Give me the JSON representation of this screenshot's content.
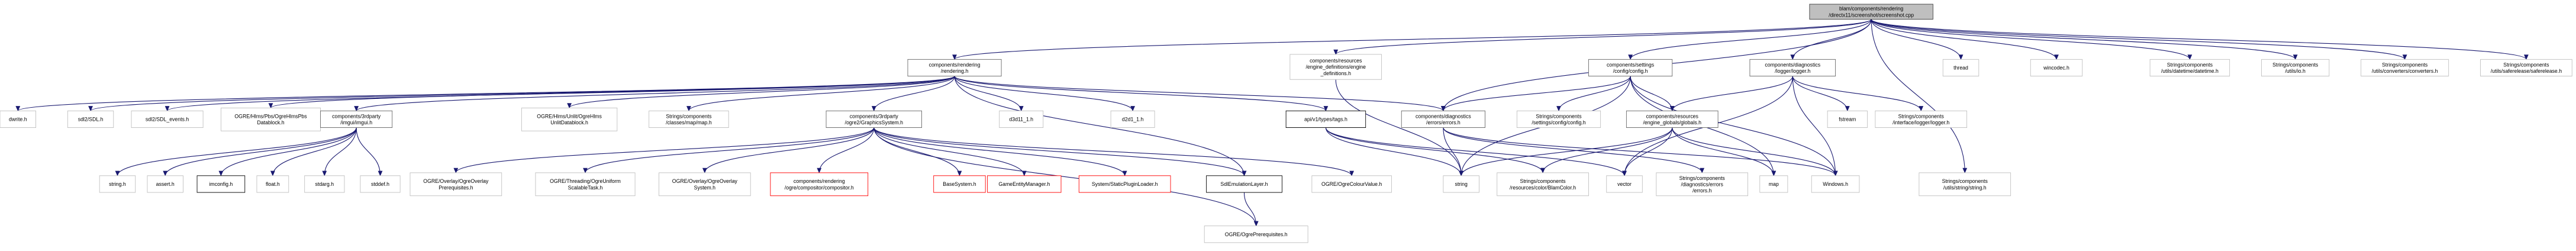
{
  "diagram": {
    "kind": "include dependency graph",
    "nodes": [
      {
        "id": "root",
        "lines": [
          "blam/components/rendering",
          "/directx11/screenshot/screenshot.cpp"
        ],
        "style": "root"
      },
      {
        "id": "rendering",
        "lines": [
          "components/rendering",
          "/rendering.h"
        ],
        "style": "docked"
      },
      {
        "id": "resdefs",
        "lines": [
          "components/resources",
          "/engine_definitions/engine",
          "_definitions.h"
        ],
        "style": "plain"
      },
      {
        "id": "config",
        "lines": [
          "components/settings",
          "/config/config.h"
        ],
        "style": "docked"
      },
      {
        "id": "logger",
        "lines": [
          "components/diagnostics",
          "/logger/logger.h"
        ],
        "style": "docked"
      },
      {
        "id": "thread",
        "lines": [
          "thread"
        ],
        "style": "plain"
      },
      {
        "id": "wincodec",
        "lines": [
          "wincodec.h"
        ],
        "style": "plain"
      },
      {
        "id": "datetime",
        "lines": [
          "Strings/components",
          "/utils/datetime/datetime.h"
        ],
        "style": "plain"
      },
      {
        "id": "utilsio",
        "lines": [
          "Strings/components",
          "/utils/io.h"
        ],
        "style": "plain"
      },
      {
        "id": "converters",
        "lines": [
          "Strings/components",
          "/utils/converters/converters.h"
        ],
        "style": "plain"
      },
      {
        "id": "saferelease",
        "lines": [
          "Strings/components",
          "/utils/saferelease/saferelease.h"
        ],
        "style": "plain"
      },
      {
        "id": "dwrite",
        "lines": [
          "dwrite.h"
        ],
        "style": "plain"
      },
      {
        "id": "sdl",
        "lines": [
          "sdl2/SDL.h"
        ],
        "style": "plain"
      },
      {
        "id": "sdlevents",
        "lines": [
          "sdl2/SDL_events.h"
        ],
        "style": "plain"
      },
      {
        "id": "hlmsdatablock",
        "lines": [
          "OGRE/Hlms/Pbs/OgreHlmsPbs",
          "Datablock.h"
        ],
        "style": "plain"
      },
      {
        "id": "imgui",
        "lines": [
          "components/3rdparty",
          "/imgui/imgui.h"
        ],
        "style": "docked"
      },
      {
        "id": "hlmsunlit",
        "lines": [
          "OGRE/Hlms/Unlit/OgreHlms",
          "UnlitDatablock.h"
        ],
        "style": "plain"
      },
      {
        "id": "mapsh",
        "lines": [
          "Strings/components",
          "/classes/map/map.h"
        ],
        "style": "plain"
      },
      {
        "id": "graphics",
        "lines": [
          "components/3rdparty",
          "/ogre2/GraphicsSystem.h"
        ],
        "style": "docked"
      },
      {
        "id": "d3d11",
        "lines": [
          "d3d11_1.h"
        ],
        "style": "plain"
      },
      {
        "id": "d2d1",
        "lines": [
          "d2d1_1.h"
        ],
        "style": "plain"
      },
      {
        "id": "apiv1",
        "lines": [
          "api/v1/types/tags.h"
        ],
        "style": "black"
      },
      {
        "id": "errors",
        "lines": [
          "components/diagnostics",
          "/errors/errors.h"
        ],
        "style": "docked"
      },
      {
        "id": "configconfig",
        "lines": [
          "Strings/components",
          "/settings/config/config.h"
        ],
        "style": "plain"
      },
      {
        "id": "globals",
        "lines": [
          "components/resources",
          "/engine_globals/globals.h"
        ],
        "style": "docked"
      },
      {
        "id": "fstream",
        "lines": [
          "fstream"
        ],
        "style": "plain"
      },
      {
        "id": "ilogger",
        "lines": [
          "Strings/components",
          "/interface/logger/logger.h"
        ],
        "style": "plain"
      },
      {
        "id": "stringh",
        "lines": [
          "string.h"
        ],
        "style": "plain"
      },
      {
        "id": "asserth",
        "lines": [
          "assert.h"
        ],
        "style": "plain"
      },
      {
        "id": "imconfig",
        "lines": [
          "imconfig.h"
        ],
        "style": "black"
      },
      {
        "id": "floath",
        "lines": [
          "float.h"
        ],
        "style": "plain"
      },
      {
        "id": "stdarg",
        "lines": [
          "stdarg.h"
        ],
        "style": "plain"
      },
      {
        "id": "stddef",
        "lines": [
          "stddef.h"
        ],
        "style": "plain"
      },
      {
        "id": "overlayprereq",
        "lines": [
          "OGRE/Overlay/OgreOverlay",
          "Prerequisites.h"
        ],
        "style": "plain"
      },
      {
        "id": "threading",
        "lines": [
          "OGRE/Threading/OgreUniform",
          "ScalableTask.h"
        ],
        "style": "plain"
      },
      {
        "id": "overlaysys",
        "lines": [
          "OGRE/Overlay/OgreOverlay",
          "System.h"
        ],
        "style": "plain"
      },
      {
        "id": "compositor",
        "lines": [
          "components/rendering",
          "/ogre/compositor/compositor.h"
        ],
        "style": "missing"
      },
      {
        "id": "basesystem",
        "lines": [
          "BaseSystem.h"
        ],
        "style": "missing"
      },
      {
        "id": "gameentity",
        "lines": [
          "GameEntityManager.h"
        ],
        "style": "missing"
      },
      {
        "id": "staticplugin",
        "lines": [
          "System/StaticPluginLoader.h"
        ],
        "style": "missing"
      },
      {
        "id": "sdlemu",
        "lines": [
          "SdlEmulationLayer.h"
        ],
        "style": "black"
      },
      {
        "id": "colourvalue",
        "lines": [
          "OGRE/OgreColourValue.h"
        ],
        "style": "plain"
      },
      {
        "id": "string",
        "lines": [
          "string"
        ],
        "style": "plain"
      },
      {
        "id": "blamcolor",
        "lines": [
          "Strings/components",
          "/resources/color/BlamColor.h"
        ],
        "style": "plain"
      },
      {
        "id": "vector",
        "lines": [
          "vector"
        ],
        "style": "plain"
      },
      {
        "id": "diagerrors",
        "lines": [
          "Strings/components",
          "/diagnostics/errors",
          "/errors.h"
        ],
        "style": "plain"
      },
      {
        "id": "map",
        "lines": [
          "map"
        ],
        "style": "plain"
      },
      {
        "id": "windows",
        "lines": [
          "Windows.h"
        ],
        "style": "plain"
      },
      {
        "id": "stringutil",
        "lines": [
          "Strings/components",
          "/utils/string/string.h"
        ],
        "style": "plain"
      },
      {
        "id": "ogreprereq",
        "lines": [
          "OGRE/OgrePrerequisites.h"
        ],
        "style": "plain"
      }
    ]
  }
}
